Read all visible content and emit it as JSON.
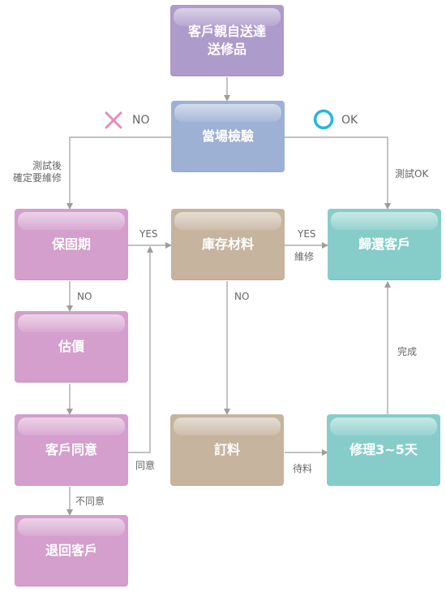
{
  "colors": {
    "purple_start": "#ad9bcb",
    "blue": "#9cb1d3",
    "pink": "#d49ecd",
    "beige": "#c6b49f",
    "teal": "#86cdc9",
    "arrow": "#9d9d9d",
    "x_mark": "#e98bbd",
    "o_mark": "#29b6d9"
  },
  "nodes": {
    "start": "客戶親自送達\n送修品",
    "inspect": "當場檢驗",
    "warranty": "保固期",
    "stock": "庫存材料",
    "return_customer": "歸還客戶",
    "estimate": "估價",
    "agree": "客戶同意",
    "order": "訂料",
    "repair": "修理3~5天",
    "refund": "退回客戶"
  },
  "labels": {
    "no_top": "NO",
    "ok_top": "OK",
    "test_repair": "測試後\n確定要維修",
    "test_ok": "測試OK",
    "yes_warranty": "YES",
    "yes_stock": "YES",
    "repair_small": "維修",
    "no_warranty": "NO",
    "no_stock": "NO",
    "done": "完成",
    "agree_small": "同意",
    "wait": "待料",
    "disagree": "不同意"
  }
}
